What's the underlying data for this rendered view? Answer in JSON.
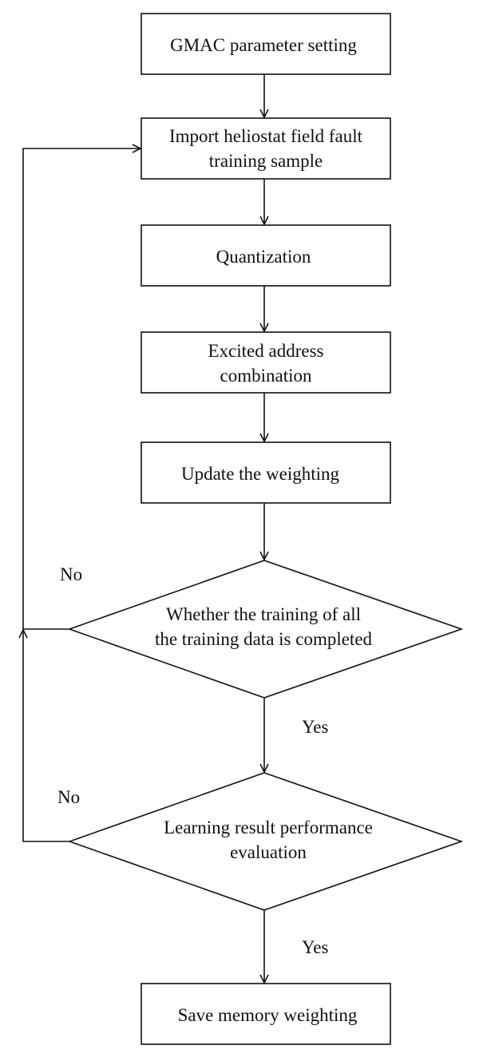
{
  "nodes": {
    "gmac_setting": {
      "lines": [
        "GMAC parameter setting"
      ]
    },
    "import_samples": {
      "lines": [
        "Import heliostat field fault",
        "training sample"
      ]
    },
    "quantization": {
      "lines": [
        "Quantization"
      ]
    },
    "excited_address": {
      "lines": [
        "Excited address",
        "combination"
      ]
    },
    "update_weighting": {
      "lines": [
        "Update the weighting"
      ]
    },
    "training_complete": {
      "lines": [
        "Whether the training of all",
        "the training data is completed"
      ]
    },
    "performance_eval": {
      "lines": [
        "Learning result performance",
        "evaluation"
      ]
    },
    "save_weighting": {
      "lines": [
        "Save memory weighting"
      ]
    }
  },
  "edge_labels": {
    "training_complete_no": "No",
    "training_complete_yes": "Yes",
    "performance_eval_no": "No",
    "performance_eval_yes": "Yes"
  }
}
